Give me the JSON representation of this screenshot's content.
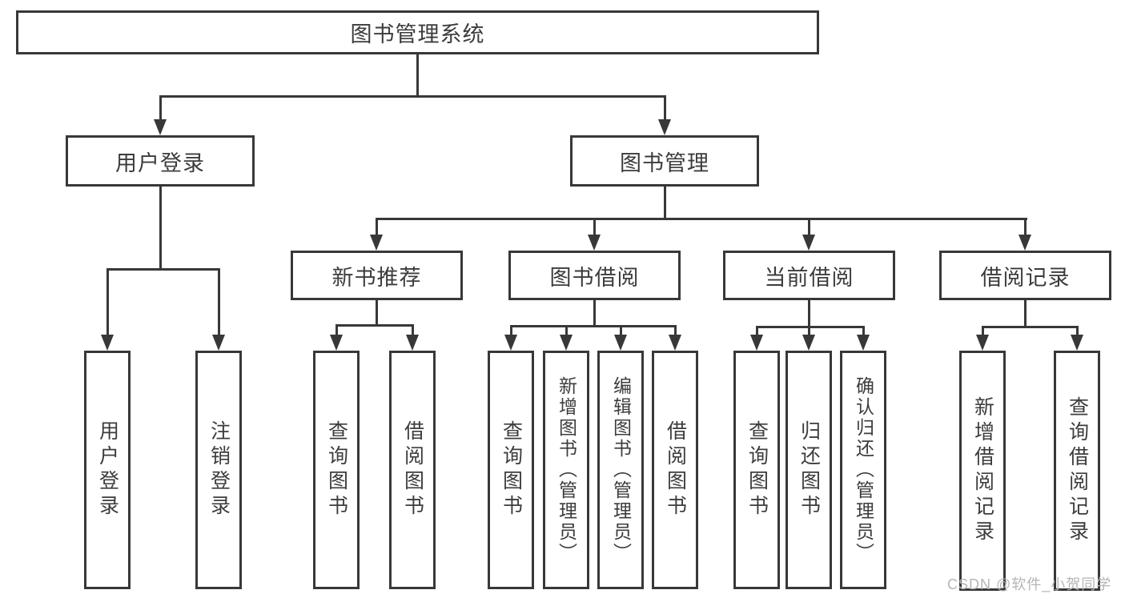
{
  "tree": {
    "root": {
      "label": "图书管理系统"
    },
    "branches": [
      {
        "label": "用户登录",
        "children": [
          {
            "label": "用户登录"
          },
          {
            "label": "注销登录"
          }
        ]
      },
      {
        "label": "图书管理",
        "children": [
          {
            "label": "新书推荐",
            "children": [
              {
                "label": "查询图书"
              },
              {
                "label": "借阅图书"
              }
            ]
          },
          {
            "label": "图书借阅",
            "children": [
              {
                "label": "查询图书"
              },
              {
                "label": "新增图书（管理员）"
              },
              {
                "label": "编辑图书（管理员）"
              },
              {
                "label": "借阅图书"
              }
            ]
          },
          {
            "label": "当前借阅",
            "children": [
              {
                "label": "查询图书"
              },
              {
                "label": "归还图书"
              },
              {
                "label": "确认归还（管理员）"
              }
            ]
          },
          {
            "label": "借阅记录",
            "children": [
              {
                "label": "新增借阅记录"
              },
              {
                "label": "查询借阅记录"
              }
            ]
          }
        ]
      }
    ]
  },
  "watermark": {
    "text": "CSDN @软件_小贺同学"
  },
  "colors": {
    "line": "#383838",
    "text": "#3c3c3c",
    "watermark": "#b5b5b5",
    "background": "#ffffff"
  }
}
